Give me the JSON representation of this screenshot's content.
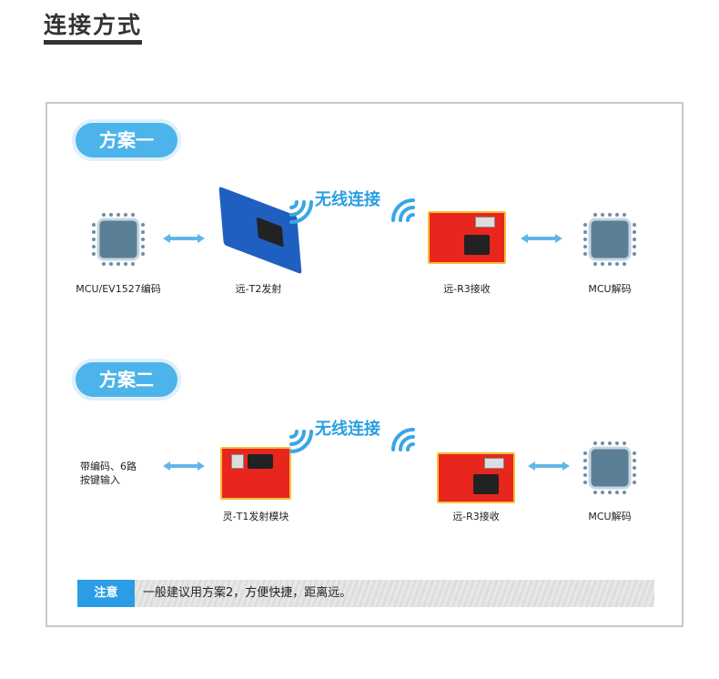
{
  "title": "连接方式",
  "scheme1": {
    "label": "方案一",
    "wireless": "无线连接",
    "items": [
      "MCU/EV1527编码",
      "远-T2发射",
      "远-R3接收",
      "MCU解码"
    ]
  },
  "scheme2": {
    "label": "方案二",
    "wireless": "无线连接",
    "input_line1": "带编码、6路",
    "input_line2": "按键输入",
    "items": [
      "灵-T1发射模块",
      "远-R3接收",
      "MCU解码"
    ]
  },
  "notice": {
    "tag": "注意",
    "text": "一般建议用方案2，方便快捷，距离远。"
  },
  "colors": {
    "accent": "#4cb4ea",
    "notice": "#2b9de6",
    "module_red": "#e8261e",
    "module_blue": "#1e5fbf"
  }
}
